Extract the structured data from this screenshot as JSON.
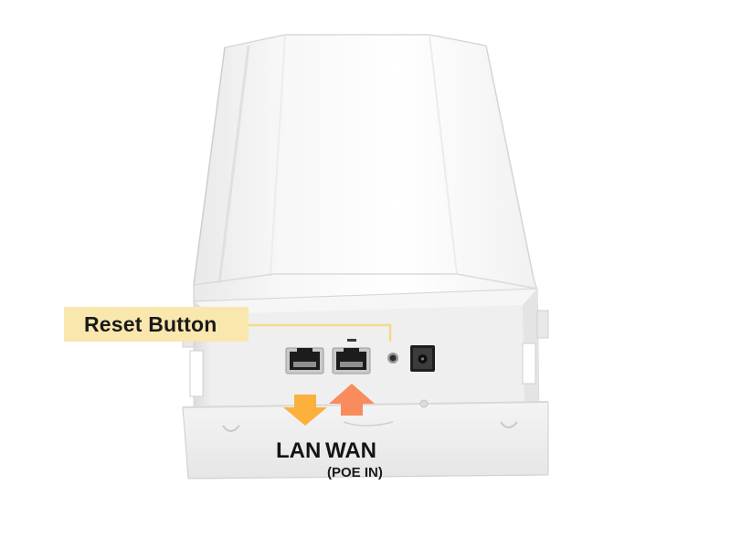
{
  "callout": {
    "reset_label": "Reset Button",
    "highlight_color": "#fae7ad",
    "line_color": "#f2d98c"
  },
  "ports": {
    "lan_label": "LAN",
    "wan_label": "WAN",
    "wan_sublabel": "(POE IN)",
    "lan_arrow_color": "#fbb13c",
    "wan_arrow_color": "#f98c5d"
  }
}
